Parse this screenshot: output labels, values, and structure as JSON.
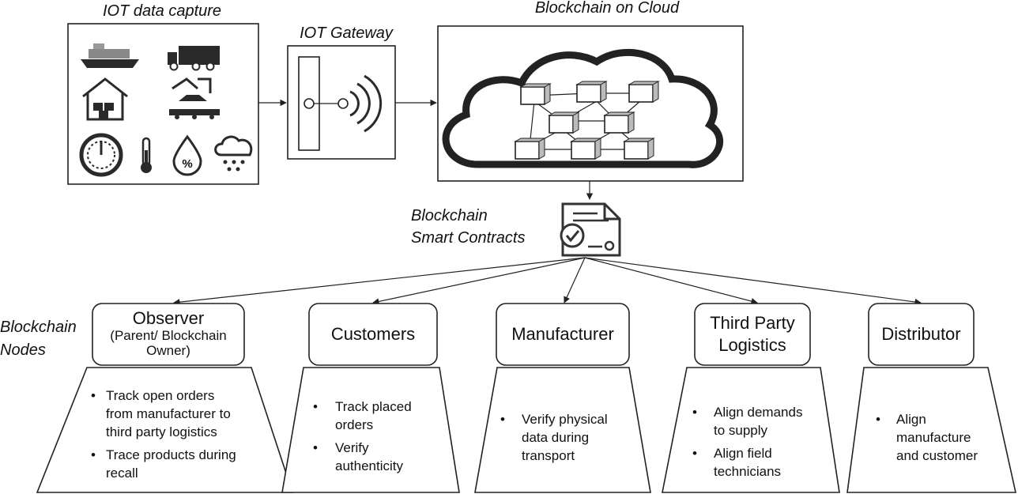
{
  "sections": {
    "iot_capture": "IOT data capture",
    "iot_gateway": "IOT Gateway",
    "cloud": "Blockchain on Cloud",
    "contracts_line1": "Blockchain",
    "contracts_line2": "Smart Contracts",
    "nodes_line1": "Blockchain",
    "nodes_line2": "Nodes"
  },
  "nodes": [
    {
      "title_lines": [
        "Observer"
      ],
      "subtitle_lines": [
        "(Parent/ Blockchain",
        "Owner)"
      ],
      "tasks": [
        [
          "Track open orders",
          "from manufacturer to",
          "third party logistics"
        ],
        [
          "Trace products during",
          "recall"
        ]
      ]
    },
    {
      "title_lines": [
        "Customers"
      ],
      "subtitle_lines": [],
      "tasks": [
        [
          "Track placed",
          "orders"
        ],
        [
          "Verify",
          "authenticity"
        ]
      ]
    },
    {
      "title_lines": [
        "Manufacturer"
      ],
      "subtitle_lines": [],
      "tasks": [
        [
          "Verify physical",
          "data during",
          "transport"
        ]
      ]
    },
    {
      "title_lines": [
        "Third Party",
        "Logistics"
      ],
      "subtitle_lines": [],
      "tasks": [
        [
          "Align demands",
          "to supply"
        ],
        [
          "Align field",
          "technicians"
        ]
      ]
    },
    {
      "title_lines": [
        "Distributor"
      ],
      "subtitle_lines": [],
      "tasks": [
        [
          "Align",
          "manufacture",
          "and customer"
        ]
      ]
    }
  ],
  "iot_icons": [
    "ship-icon",
    "truck-icon",
    "warehouse-icon",
    "robot-arm-icon",
    "gauge-icon",
    "thermometer-icon",
    "humidity-icon",
    "rain-cloud-icon"
  ],
  "bullet": "•"
}
